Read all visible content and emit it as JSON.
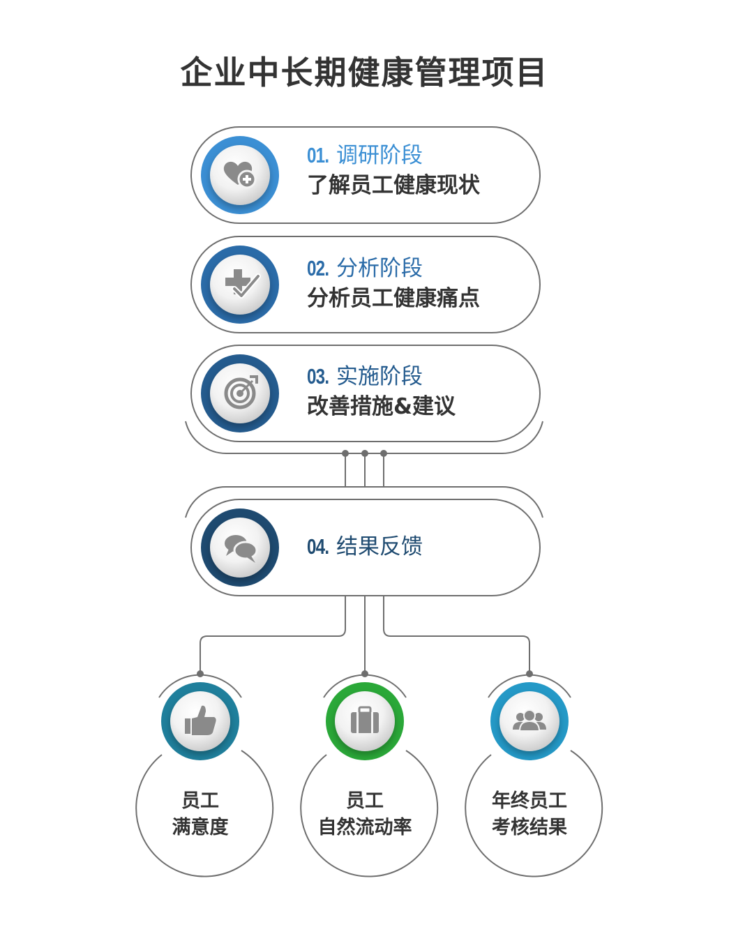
{
  "title": "企业中长期健康管理项目",
  "stages": [
    {
      "number": "01.",
      "name": "调研阶段",
      "description": "了解员工健康现状",
      "icon": "heart-plus-icon",
      "color": "#3b8fd4"
    },
    {
      "number": "02.",
      "name": "分析阶段",
      "description": "分析员工健康痛点",
      "icon": "medical-cross-check-icon",
      "color": "#2a6ba8"
    },
    {
      "number": "03.",
      "name": "实施阶段",
      "description": "改善措施&建议",
      "icon": "target-icon",
      "color": "#245b8e"
    },
    {
      "number": "04.",
      "name": "结果反馈",
      "description": "",
      "icon": "chat-bubbles-icon",
      "color": "#1e4a70"
    }
  ],
  "outcomes": [
    {
      "line1": "员工",
      "line2": "满意度",
      "icon": "thumbs-up-icon",
      "color": "#1f7f9c"
    },
    {
      "line1": "员工",
      "line2": "自然流动率",
      "icon": "briefcase-icon",
      "color": "#2aa838"
    },
    {
      "line1": "年终员工",
      "line2": "考核结果",
      "icon": "people-group-icon",
      "color": "#2499c7"
    }
  ]
}
